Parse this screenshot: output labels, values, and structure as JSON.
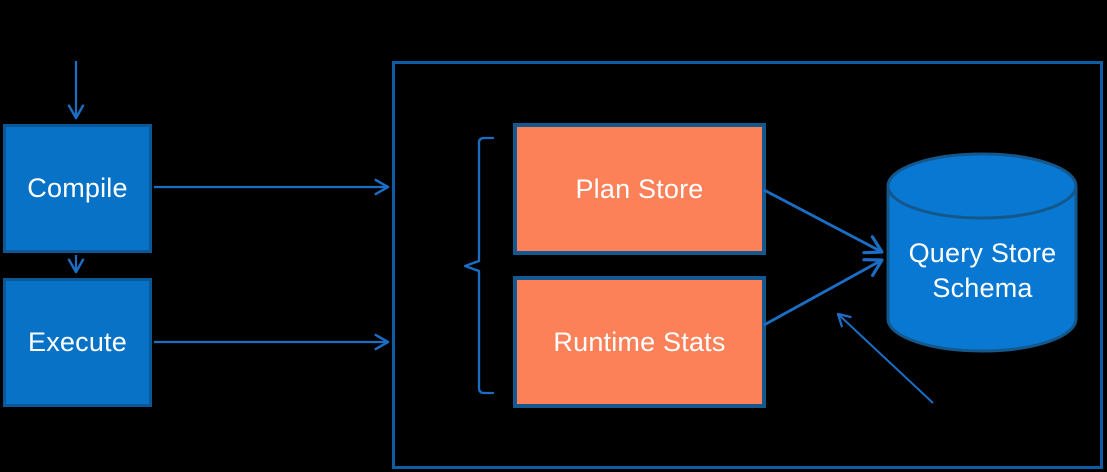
{
  "diagram": {
    "nodes": {
      "compile": {
        "label": "Compile"
      },
      "execute": {
        "label": "Execute"
      },
      "plan_store": {
        "label": "Plan Store"
      },
      "runtime_stats": {
        "label": "Runtime Stats"
      },
      "query_store_schema": {
        "line1": "Query Store",
        "line2": "Schema"
      }
    },
    "edges": [
      {
        "from": "(offscreen top)",
        "to": "Compile",
        "style": "arrow-down"
      },
      {
        "from": "Compile",
        "to": "Execute",
        "style": "arrow-down"
      },
      {
        "from": "Compile",
        "to": "outer container",
        "style": "arrow-right"
      },
      {
        "from": "Execute",
        "to": "outer container",
        "style": "arrow-right"
      },
      {
        "from": "Plan Store",
        "to": "Query Store Schema",
        "style": "arrow-diagonal"
      },
      {
        "from": "Runtime Stats",
        "to": "Query Store Schema",
        "style": "arrow-diagonal"
      },
      {
        "from": "(offscreen bottom-right)",
        "to": "Query Store Schema",
        "style": "arrow-diagonal-thin"
      }
    ],
    "colors": {
      "background": "#000000",
      "blue_node_fill": "#0873C6",
      "blue_node_border": "#0C5796",
      "orange_node_fill": "#FC8159",
      "orange_node_border": "#14588F",
      "outer_box_border": "#0C5DA5",
      "cylinder_fill": "#0878D2",
      "cylinder_border": "#14578A",
      "arrow": "#1B6EC6",
      "text": "#FFFFFF"
    }
  }
}
